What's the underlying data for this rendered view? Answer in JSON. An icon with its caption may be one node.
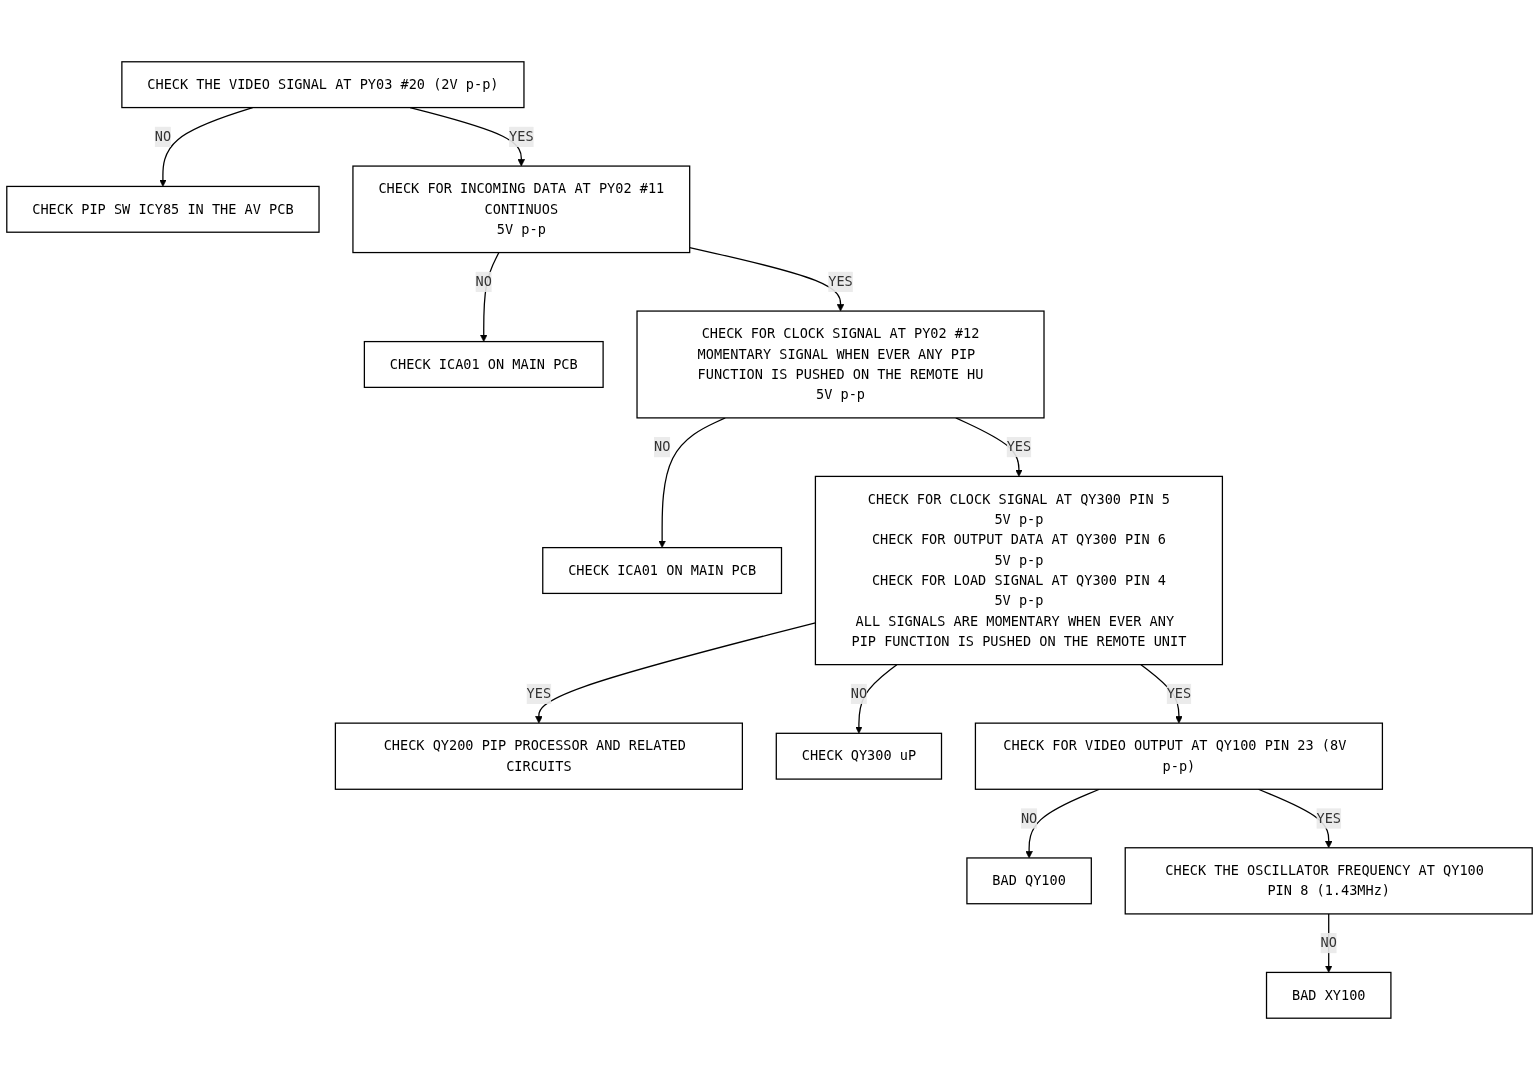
{
  "diagram": {
    "nodes": [
      {
        "text": [
          "CHECK THE VIDEO SIGNAL AT PY03 #20 (2V p-p)"
        ]
      },
      {
        "text": [
          "CHECK PIP SW ICY85 IN THE AV PCB"
        ]
      },
      {
        "text": [
          "CHECK FOR INCOMING DATA AT PY02 #11",
          "CONTINUOS",
          "5V p-p"
        ]
      },
      {
        "text": [
          "CHECK ICA01 ON MAIN PCB"
        ]
      },
      {
        "text": [
          "CHECK FOR CLOCK SIGNAL AT PY02 #12",
          "MOMENTARY SIGNAL WHEN EVER ANY PIP FUNCTION IS PUSHED ON THE REMOTE HU",
          "5V p-p"
        ]
      },
      {
        "text": [
          "CHECK ICA01 ON MAIN PCB"
        ]
      },
      {
        "text": [
          "CHECK FOR CLOCK SIGNAL AT QY300 PIN 5",
          "5V p-p",
          "CHECK FOR OUTPUT DATA AT QY300 PIN 6",
          "5V p-p",
          "CHECK FOR LOAD SIGNAL AT QY300 PIN 4",
          "5V p-p",
          "ALL SIGNALS ARE MOMENTARY WHEN EVER ANY PIP FUNCTION IS PUSHED ON THE REMOTE UNIT"
        ]
      },
      {
        "text": [
          "CHECK QY200 PIP PROCESSOR AND RELATED CIRCUITS"
        ]
      },
      {
        "text": [
          "CHECK QY300 uP"
        ]
      },
      {
        "text": [
          "CHECK FOR VIDEO OUTPUT AT QY100 PIN 23 (8V p-p)"
        ]
      },
      {
        "text": [
          "BAD QY100"
        ]
      },
      {
        "text": [
          "CHECK THE OSCILLATOR FREQUENCY AT QY100 PIN 8 (1.43MHz)"
        ]
      },
      {
        "text": [
          "BAD XY100"
        ]
      }
    ],
    "edges": [
      {
        "from": 0,
        "to": 1,
        "arrow": "to",
        "label": "NO"
      },
      {
        "from": 0,
        "to": 2,
        "arrow": "to",
        "label": "YES"
      },
      {
        "from": 2,
        "to": 3,
        "arrow": "to",
        "label": "NO"
      },
      {
        "from": 2,
        "to": 4,
        "arrow": "to",
        "label": "YES"
      },
      {
        "from": 4,
        "to": 5,
        "arrow": "to",
        "label": "NO"
      },
      {
        "from": 4,
        "to": 6,
        "arrow": "to",
        "label": "YES"
      },
      {
        "from": 6,
        "to": 7,
        "arrow": "to",
        "label": "YES"
      },
      {
        "from": 6,
        "to": 8,
        "arrow": "to",
        "label": "NO"
      },
      {
        "from": 6,
        "to": 9,
        "arrow": "to",
        "label": "YES"
      },
      {
        "from": 9,
        "to": 10,
        "arrow": "to",
        "label": "NO"
      },
      {
        "from": 9,
        "to": 11,
        "arrow": "to",
        "label": "YES"
      },
      {
        "from": 11,
        "to": 12,
        "arrow": "to",
        "label": "NO"
      }
    ]
  }
}
